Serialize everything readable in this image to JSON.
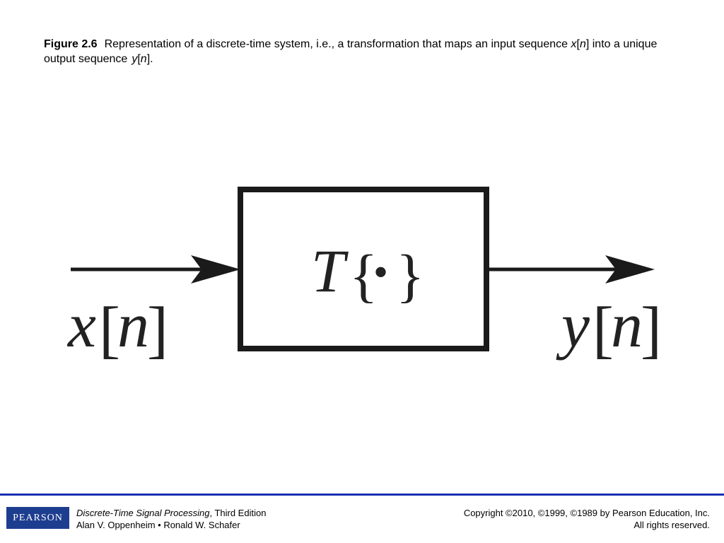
{
  "caption": {
    "label": "Figure 2.6",
    "text_before": "Representation of a discrete-time system, i.e., a transformation that maps an input sequence",
    "input_var": "x",
    "index_var": "n",
    "text_middle": "into a unique output sequence",
    "output_var": "y",
    "index_var_2": "n",
    "text_end": "."
  },
  "diagram": {
    "input_label": {
      "var": "x",
      "bracket_open": "[",
      "index": "n",
      "bracket_close": "]"
    },
    "output_label": {
      "var": "y",
      "bracket_open": "[",
      "index": "n",
      "bracket_close": "]"
    },
    "operator": {
      "symbol": "T",
      "brace_open": "{",
      "dot": "•",
      "brace_close": "}"
    }
  },
  "footer": {
    "logo": "PEARSON",
    "book_title": "Discrete-Time Signal Processing",
    "edition": ", Third Edition",
    "authors": "Alan V. Oppenheim • Ronald W. Schafer",
    "copyright": "Copyright ©2010, ©1999, ©1989 by Pearson Education, Inc.",
    "rights": "All rights reserved."
  },
  "colors": {
    "footer_rule": "#1a2fb4",
    "logo_bg": "#1d3d8f"
  }
}
